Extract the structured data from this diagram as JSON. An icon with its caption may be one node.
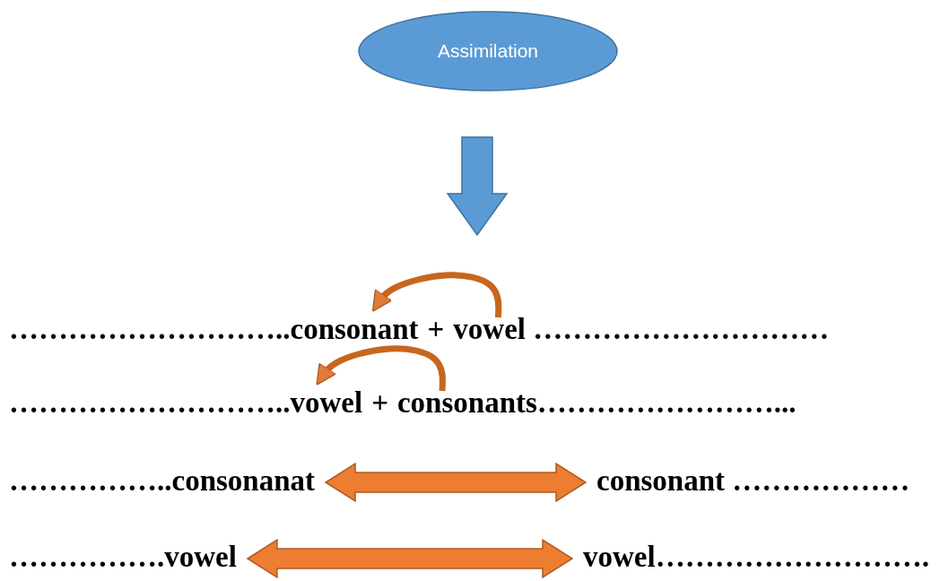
{
  "diagram": {
    "nodes": [
      {
        "text": [
          "Assimilation"
        ]
      },
      {
        "text": [
          "………………………..consonant"
        ]
      },
      {
        "text": [
          "+"
        ]
      },
      {
        "text": [
          "vowel …………………………"
        ]
      },
      {
        "text": [
          "………………………..vowel"
        ]
      },
      {
        "text": [
          "+"
        ]
      },
      {
        "text": [
          "consonants……………………..."
        ]
      },
      {
        "text": [
          "……………..consonanat"
        ]
      },
      {
        "text": [
          "consonant ………………"
        ]
      },
      {
        "text": [
          "…………….vowel"
        ]
      },
      {
        "text": [
          "vowel………………………."
        ]
      }
    ],
    "edges": [
      {
        "from": 3,
        "to": 1,
        "arrow": "to"
      },
      {
        "from": 6,
        "to": 4,
        "arrow": "to"
      },
      {
        "from": 7,
        "to": 8,
        "arrow": "both"
      },
      {
        "from": 9,
        "to": 10,
        "arrow": "both"
      }
    ]
  }
}
